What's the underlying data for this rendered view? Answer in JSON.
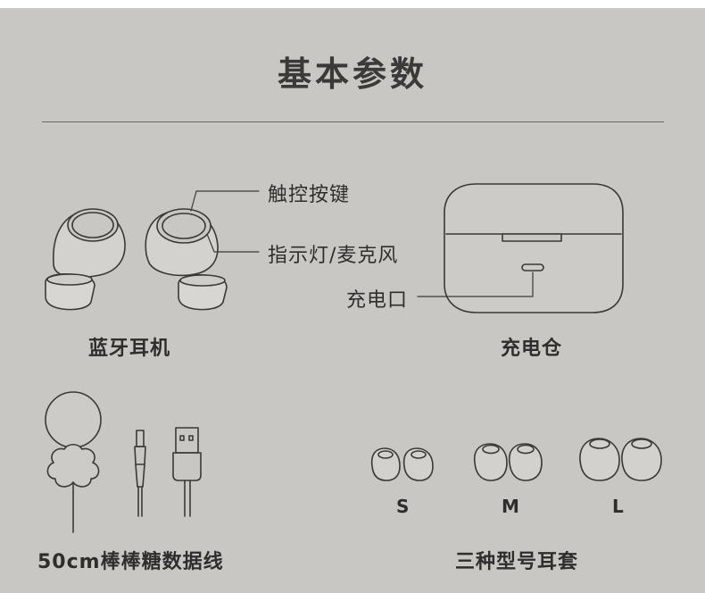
{
  "title": "基本参数",
  "earbuds": {
    "label": "蓝牙耳机",
    "touch_key": "触控按键",
    "indicator_mic": "指示灯/麦克风"
  },
  "case": {
    "label": "充电仓",
    "port": "充电口"
  },
  "cable": {
    "label": "50cm棒棒糖数据线"
  },
  "eartips": {
    "label": "三种型号耳套",
    "sizes": [
      "S",
      "M",
      "L"
    ]
  }
}
